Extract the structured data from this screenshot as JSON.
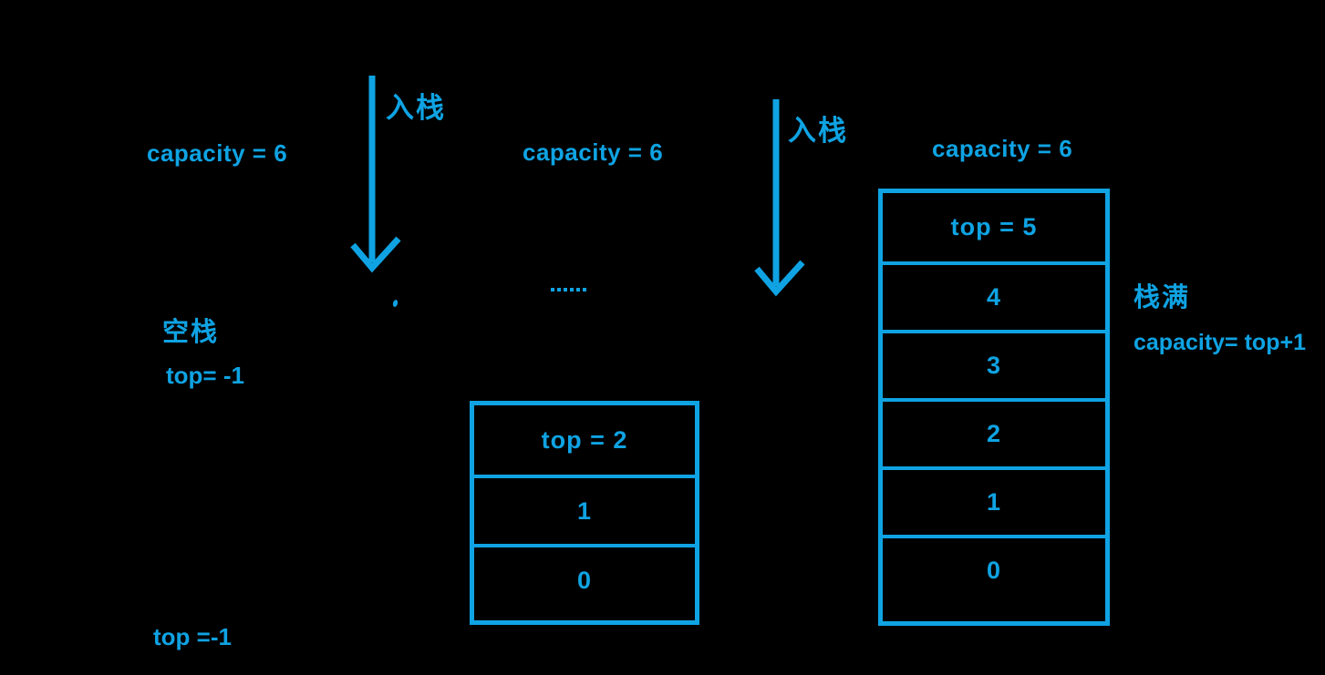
{
  "colors": {
    "accent": "#0FA3E3",
    "background": "#000000"
  },
  "left": {
    "capacity_label": "capacity = 6",
    "push_label": "入栈",
    "empty_stack_label": "空栈",
    "top_pointer_label": "top= -1",
    "bottom_top_pointer_label": "top =-1"
  },
  "middle": {
    "capacity_label": "capacity = 6",
    "push_label": "入栈",
    "ellipsis": "......",
    "stack_cells": [
      "top = 2",
      "1",
      "0"
    ]
  },
  "right": {
    "capacity_label": "capacity = 6",
    "stack_cells": [
      "top = 5",
      "4",
      "3",
      "2",
      "1",
      "0"
    ],
    "stack_full_label": "栈满",
    "formula_label": "capacity= top+1"
  }
}
